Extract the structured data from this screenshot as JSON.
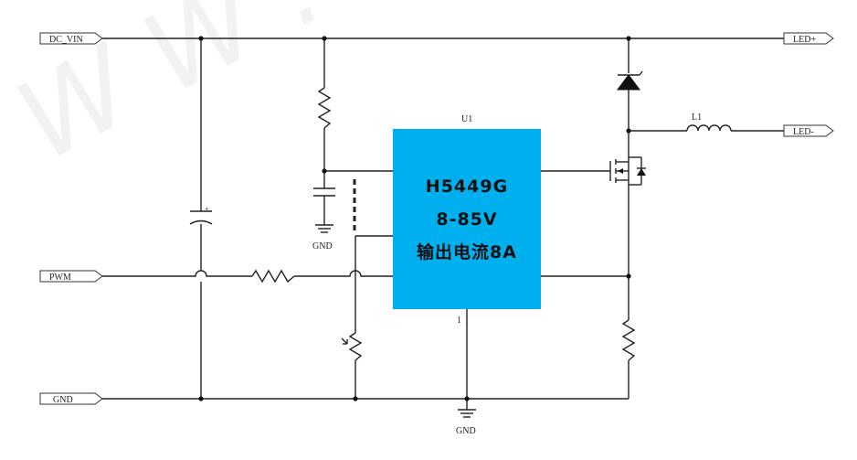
{
  "ports": {
    "dc_vin": "DC_VIN",
    "pwm": "PWM",
    "gnd": "GND",
    "led_plus": "LED+",
    "led_minus": "LED-"
  },
  "labels": {
    "u1": "U1",
    "l1": "L1",
    "gnd_symbol_1": "GND",
    "gnd_symbol_2": "GND",
    "pin_1": "1"
  },
  "chip": {
    "line1": "H5449G",
    "line2": "8-85V",
    "line3": "输出电流8A",
    "color": "#00b0ee"
  }
}
